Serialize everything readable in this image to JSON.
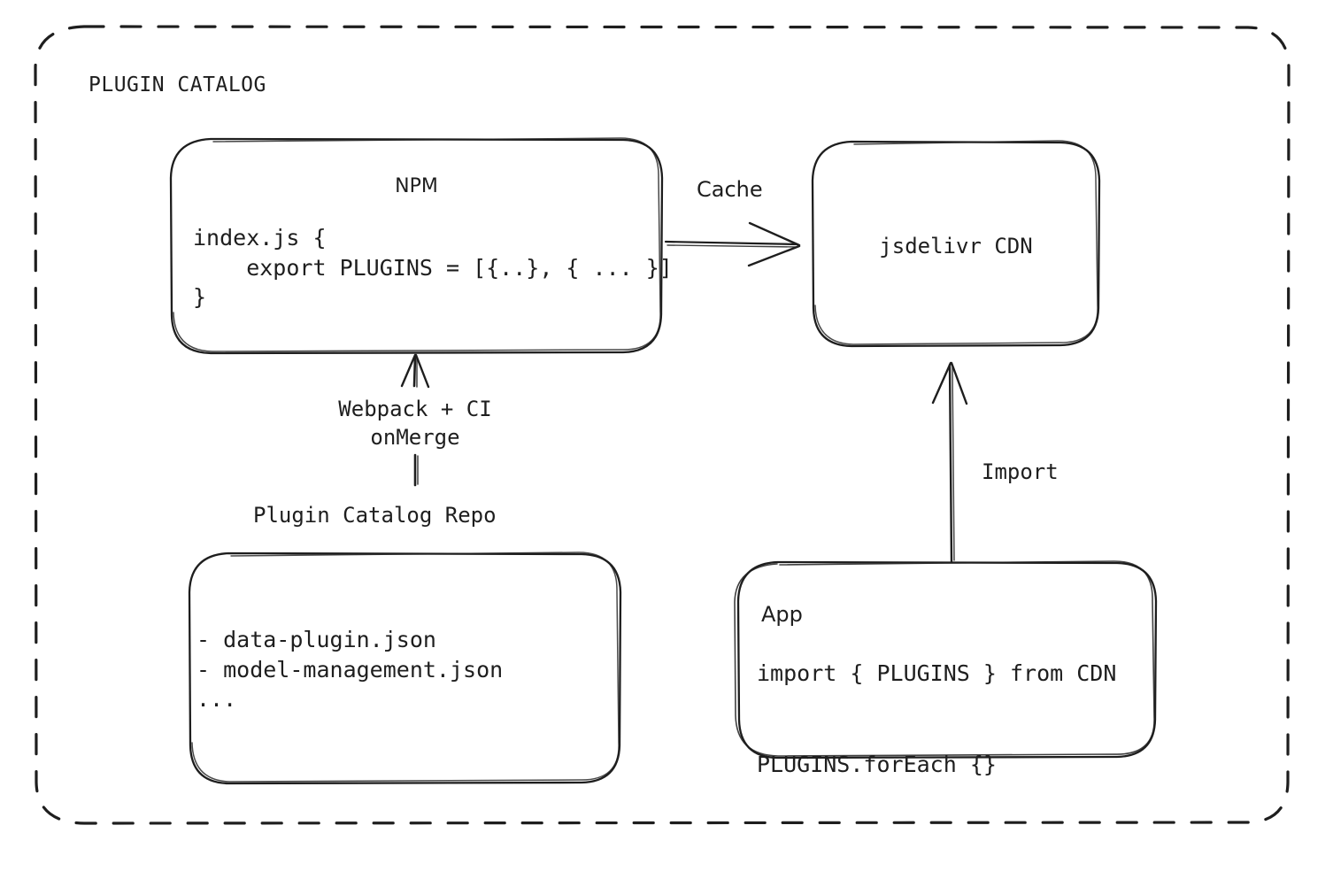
{
  "diagram": {
    "title": "PLUGIN CATALOG",
    "background": "#ffffff",
    "stroke": "#1e1e1e",
    "style": "hand-drawn dashed container with rounded rectangle nodes"
  },
  "nodes": {
    "npm": {
      "title": "NPM",
      "code": "index.js {\n    export PLUGINS = [{..}, { ... }]\n}"
    },
    "cdn": {
      "title": "jsdelivr CDN"
    },
    "repo": {
      "label": "Plugin Catalog Repo",
      "files": "- data-plugin.json\n- model-management.json\n..."
    },
    "app": {
      "title": "App",
      "code": "import { PLUGINS } from CDN\n\nPLUGINS.forEach {}"
    }
  },
  "edges": {
    "cache": {
      "label": "Cache",
      "from": "npm",
      "to": "cdn",
      "direction": "right"
    },
    "build": {
      "label": "Webpack + CI\nonMerge",
      "from": "repo",
      "to": "npm",
      "direction": "up"
    },
    "import": {
      "label": "Import",
      "from": "app",
      "to": "cdn",
      "direction": "up"
    }
  }
}
